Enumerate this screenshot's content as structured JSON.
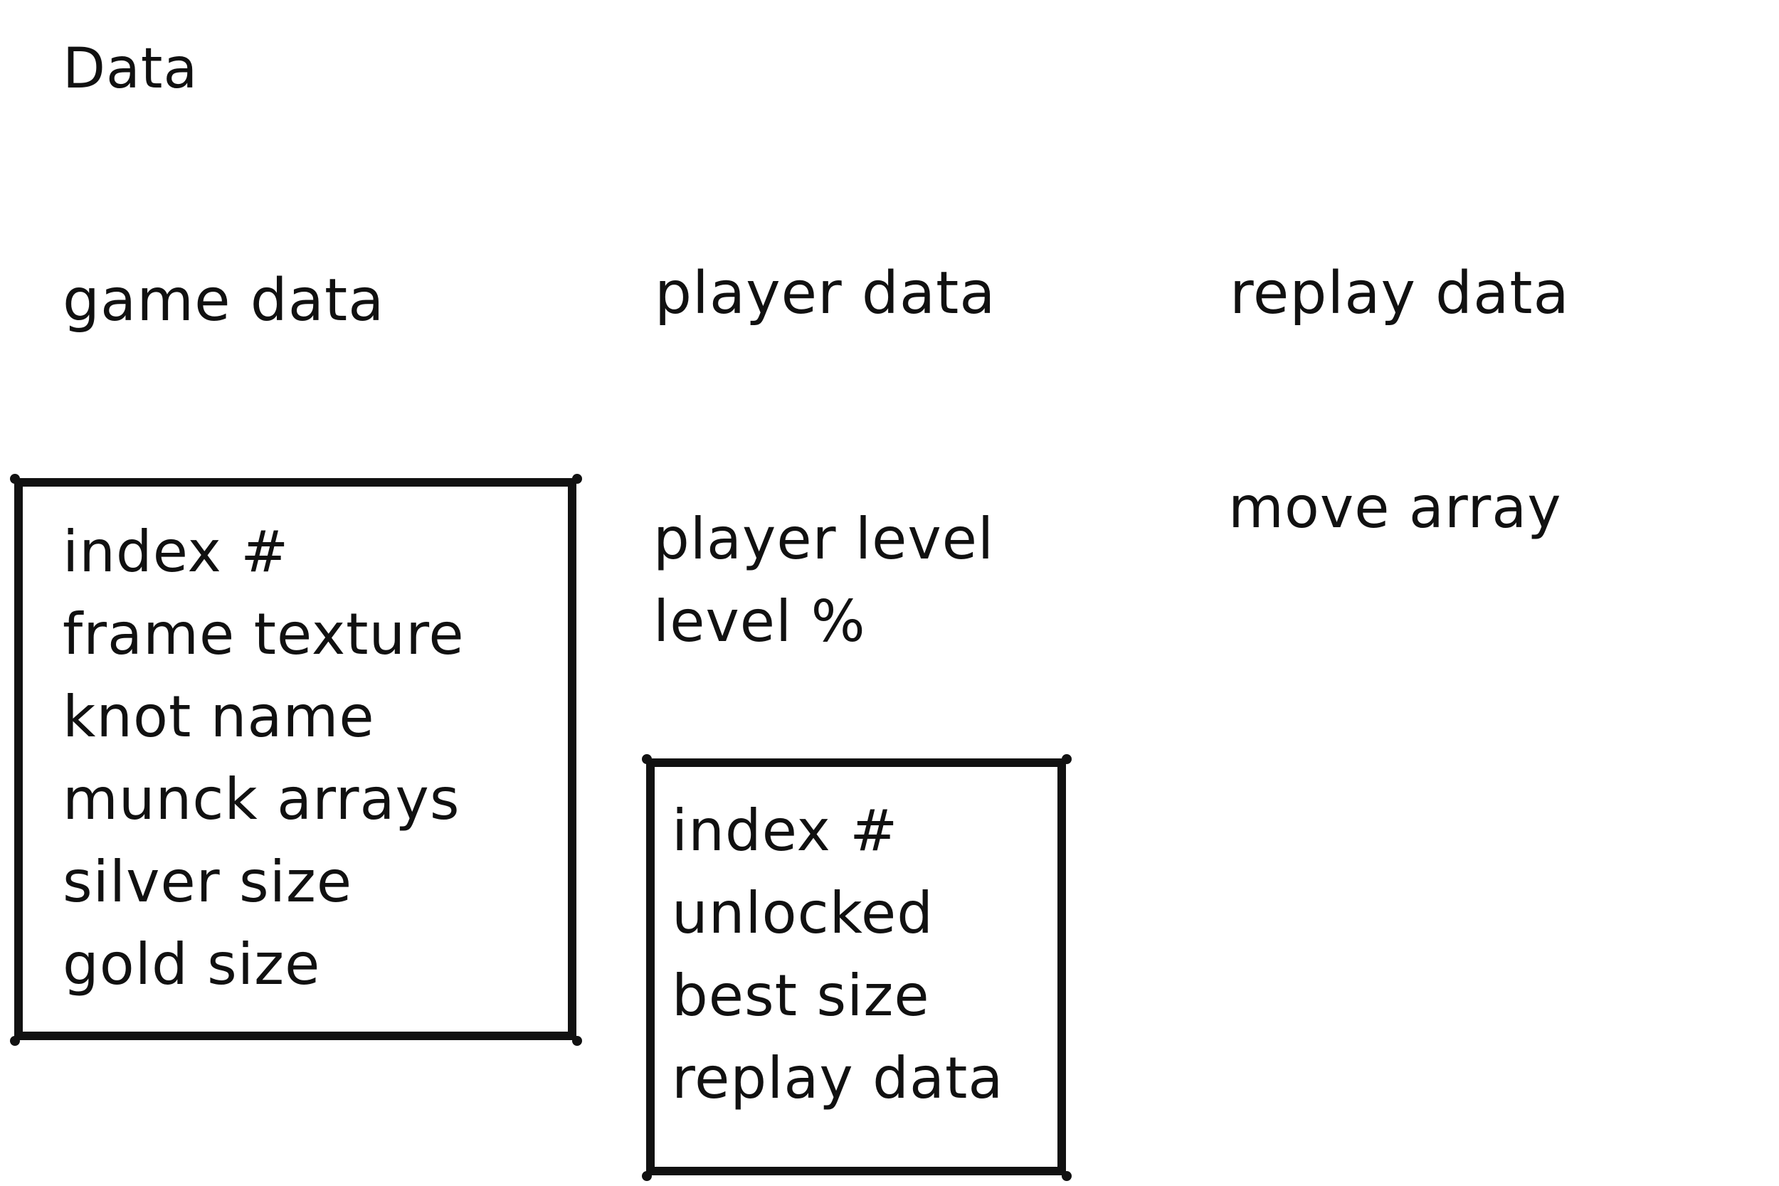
{
  "title": "Data",
  "sections": {
    "game": {
      "heading": "game data",
      "fields": [
        "index #",
        "frame texture",
        "knot name",
        "munck arrays",
        "silver size",
        "gold size"
      ]
    },
    "player": {
      "heading": "player data",
      "fields": [
        "player level",
        "level %"
      ],
      "box_fields": [
        "index #",
        "unlocked",
        "best size",
        "replay data"
      ]
    },
    "replay": {
      "heading": "replay data",
      "fields": [
        "move array"
      ]
    }
  },
  "colors": {
    "ink": "#111111",
    "background": "#ffffff"
  }
}
